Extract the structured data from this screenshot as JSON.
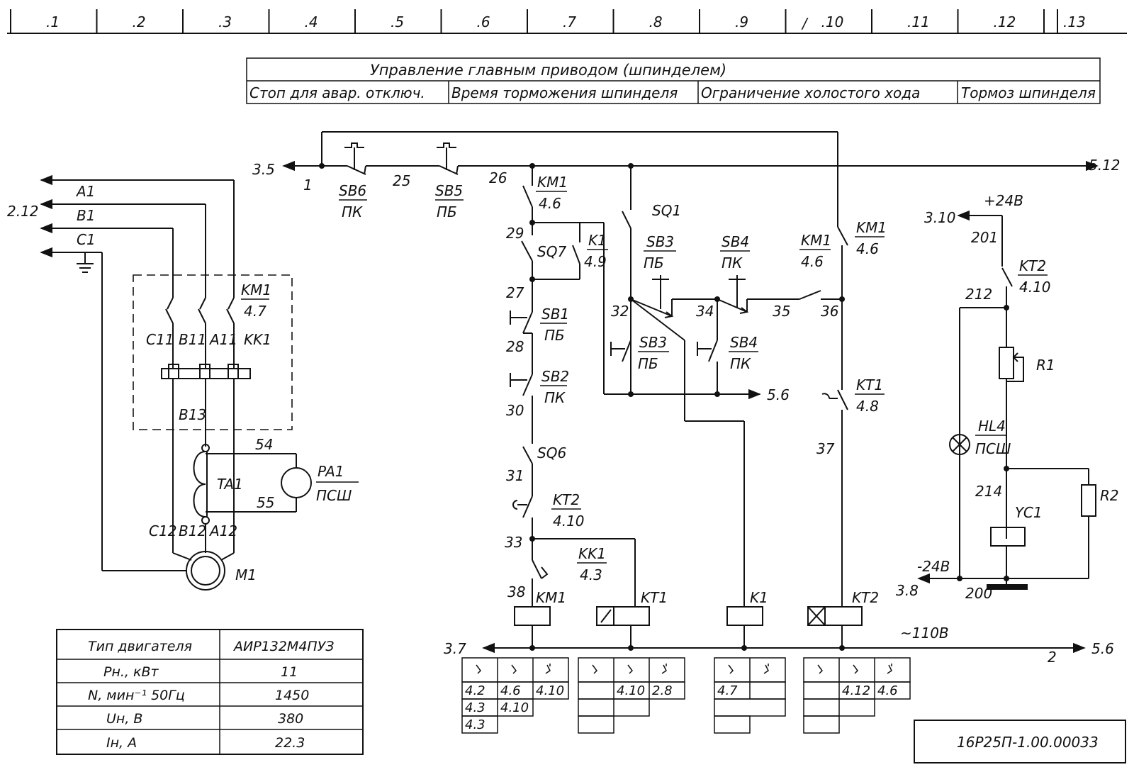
{
  "zones": [
    ".1",
    ".2",
    ".3",
    ".4",
    ".5",
    ".6",
    ".7",
    ".8",
    ".9",
    ".10",
    ".11",
    ".12",
    ".13"
  ],
  "zone_mark": "/",
  "header": {
    "title": "Управление главным приводом (шпинделем)",
    "sections": [
      "Стоп для авар. отключ.",
      "Время торможения шпинделя",
      "Ограничение холостого хода",
      "Тормоз шпинделя"
    ]
  },
  "power": {
    "ref": "2.12",
    "phases": [
      "A1",
      "B1",
      "C1"
    ],
    "contactor": {
      "name": "KM1",
      "ref": "4.7"
    },
    "relay": "KK1",
    "terminals_top": [
      "C11",
      "B11",
      "A11"
    ],
    "mid": "B13",
    "ct": {
      "name": "TA1",
      "w1": "54",
      "w2": "55"
    },
    "ammeter": {
      "name": "PA1",
      "place": "ПСШ"
    },
    "terminals_bot": [
      "C12",
      "B12",
      "A12"
    ],
    "motor": "M1"
  },
  "control": {
    "left_ref": "3.5",
    "right_ref": "5.12",
    "bus_left_ref": "3.7",
    "bus_right_ref": "5.6",
    "bus_voltage": "~110В",
    "bus_wire": "2",
    "out_ref": "5.6",
    "wires": [
      "1",
      "25",
      "26",
      "29",
      "27",
      "28",
      "30",
      "31",
      "33",
      "38",
      "32",
      "34",
      "35",
      "36",
      "37"
    ],
    "sb6": {
      "name": "SB6",
      "place": "ПК"
    },
    "sb5": {
      "name": "SB5",
      "place": "ПБ"
    },
    "km1_a": {
      "name": "KM1",
      "ref": "4.6"
    },
    "sq7": "SQ7",
    "k1": {
      "name": "K1",
      "ref": "4.9"
    },
    "sb1": {
      "name": "SB1",
      "place": "ПБ"
    },
    "sb2": {
      "name": "SB2",
      "place": "ПК"
    },
    "sq6": "SQ6",
    "kt2": {
      "name": "KT2",
      "ref": "4.10"
    },
    "kk1": {
      "name": "KK1",
      "ref": "4.3"
    },
    "sq1": "SQ1",
    "sb3_top": {
      "name": "SB3",
      "place": "ПБ"
    },
    "sb4_top": {
      "name": "SB4",
      "place": "ПК"
    },
    "km1_b": {
      "name": "KM1",
      "ref": "4.6"
    },
    "km1_c": {
      "name": "KM1",
      "ref": "4.6"
    },
    "sb3_bot": {
      "name": "SB3",
      "place": "ПБ"
    },
    "sb4_bot": {
      "name": "SB4",
      "place": "ПК"
    },
    "kt1": {
      "name": "KT1",
      "ref": "4.8"
    },
    "coils": [
      "KM1",
      "KT1",
      "K1",
      "KT2"
    ]
  },
  "brake": {
    "ref_top": "3.10",
    "vplus": "+24В",
    "w201": "201",
    "kt2": {
      "name": "KT2",
      "ref": "4.10"
    },
    "w212": "212",
    "r1": "R1",
    "hl4": {
      "name": "HL4",
      "place": "ПСШ"
    },
    "w214": "214",
    "r2": "R2",
    "yc1": "YC1",
    "vminus": "-24В",
    "ref_bot": "3.8",
    "w200": "200"
  },
  "contact_tables": {
    "km1": {
      "row1": [
        "4.2",
        "4.6",
        "4.10"
      ],
      "row2": [
        "4.3",
        "4.10"
      ],
      "row3": [
        "4.3"
      ]
    },
    "kt1": {
      "row1": [
        "",
        "4.10",
        "2.8"
      ]
    },
    "k1": {
      "row1": [
        "4.7",
        ""
      ]
    },
    "kt2": {
      "row1": [
        "",
        "4.12",
        "4.6"
      ]
    }
  },
  "motor_table": {
    "rows": [
      [
        "Тип двигателя",
        "АИР132М4ПУЗ"
      ],
      [
        "Рн., кВт",
        "11"
      ],
      [
        "N, мин⁻¹ 50Гц",
        "1450"
      ],
      [
        "Uн, В",
        "380"
      ],
      [
        "Iн, А",
        "22.3"
      ]
    ]
  },
  "stamp": "16Р25П-1.00.00033"
}
